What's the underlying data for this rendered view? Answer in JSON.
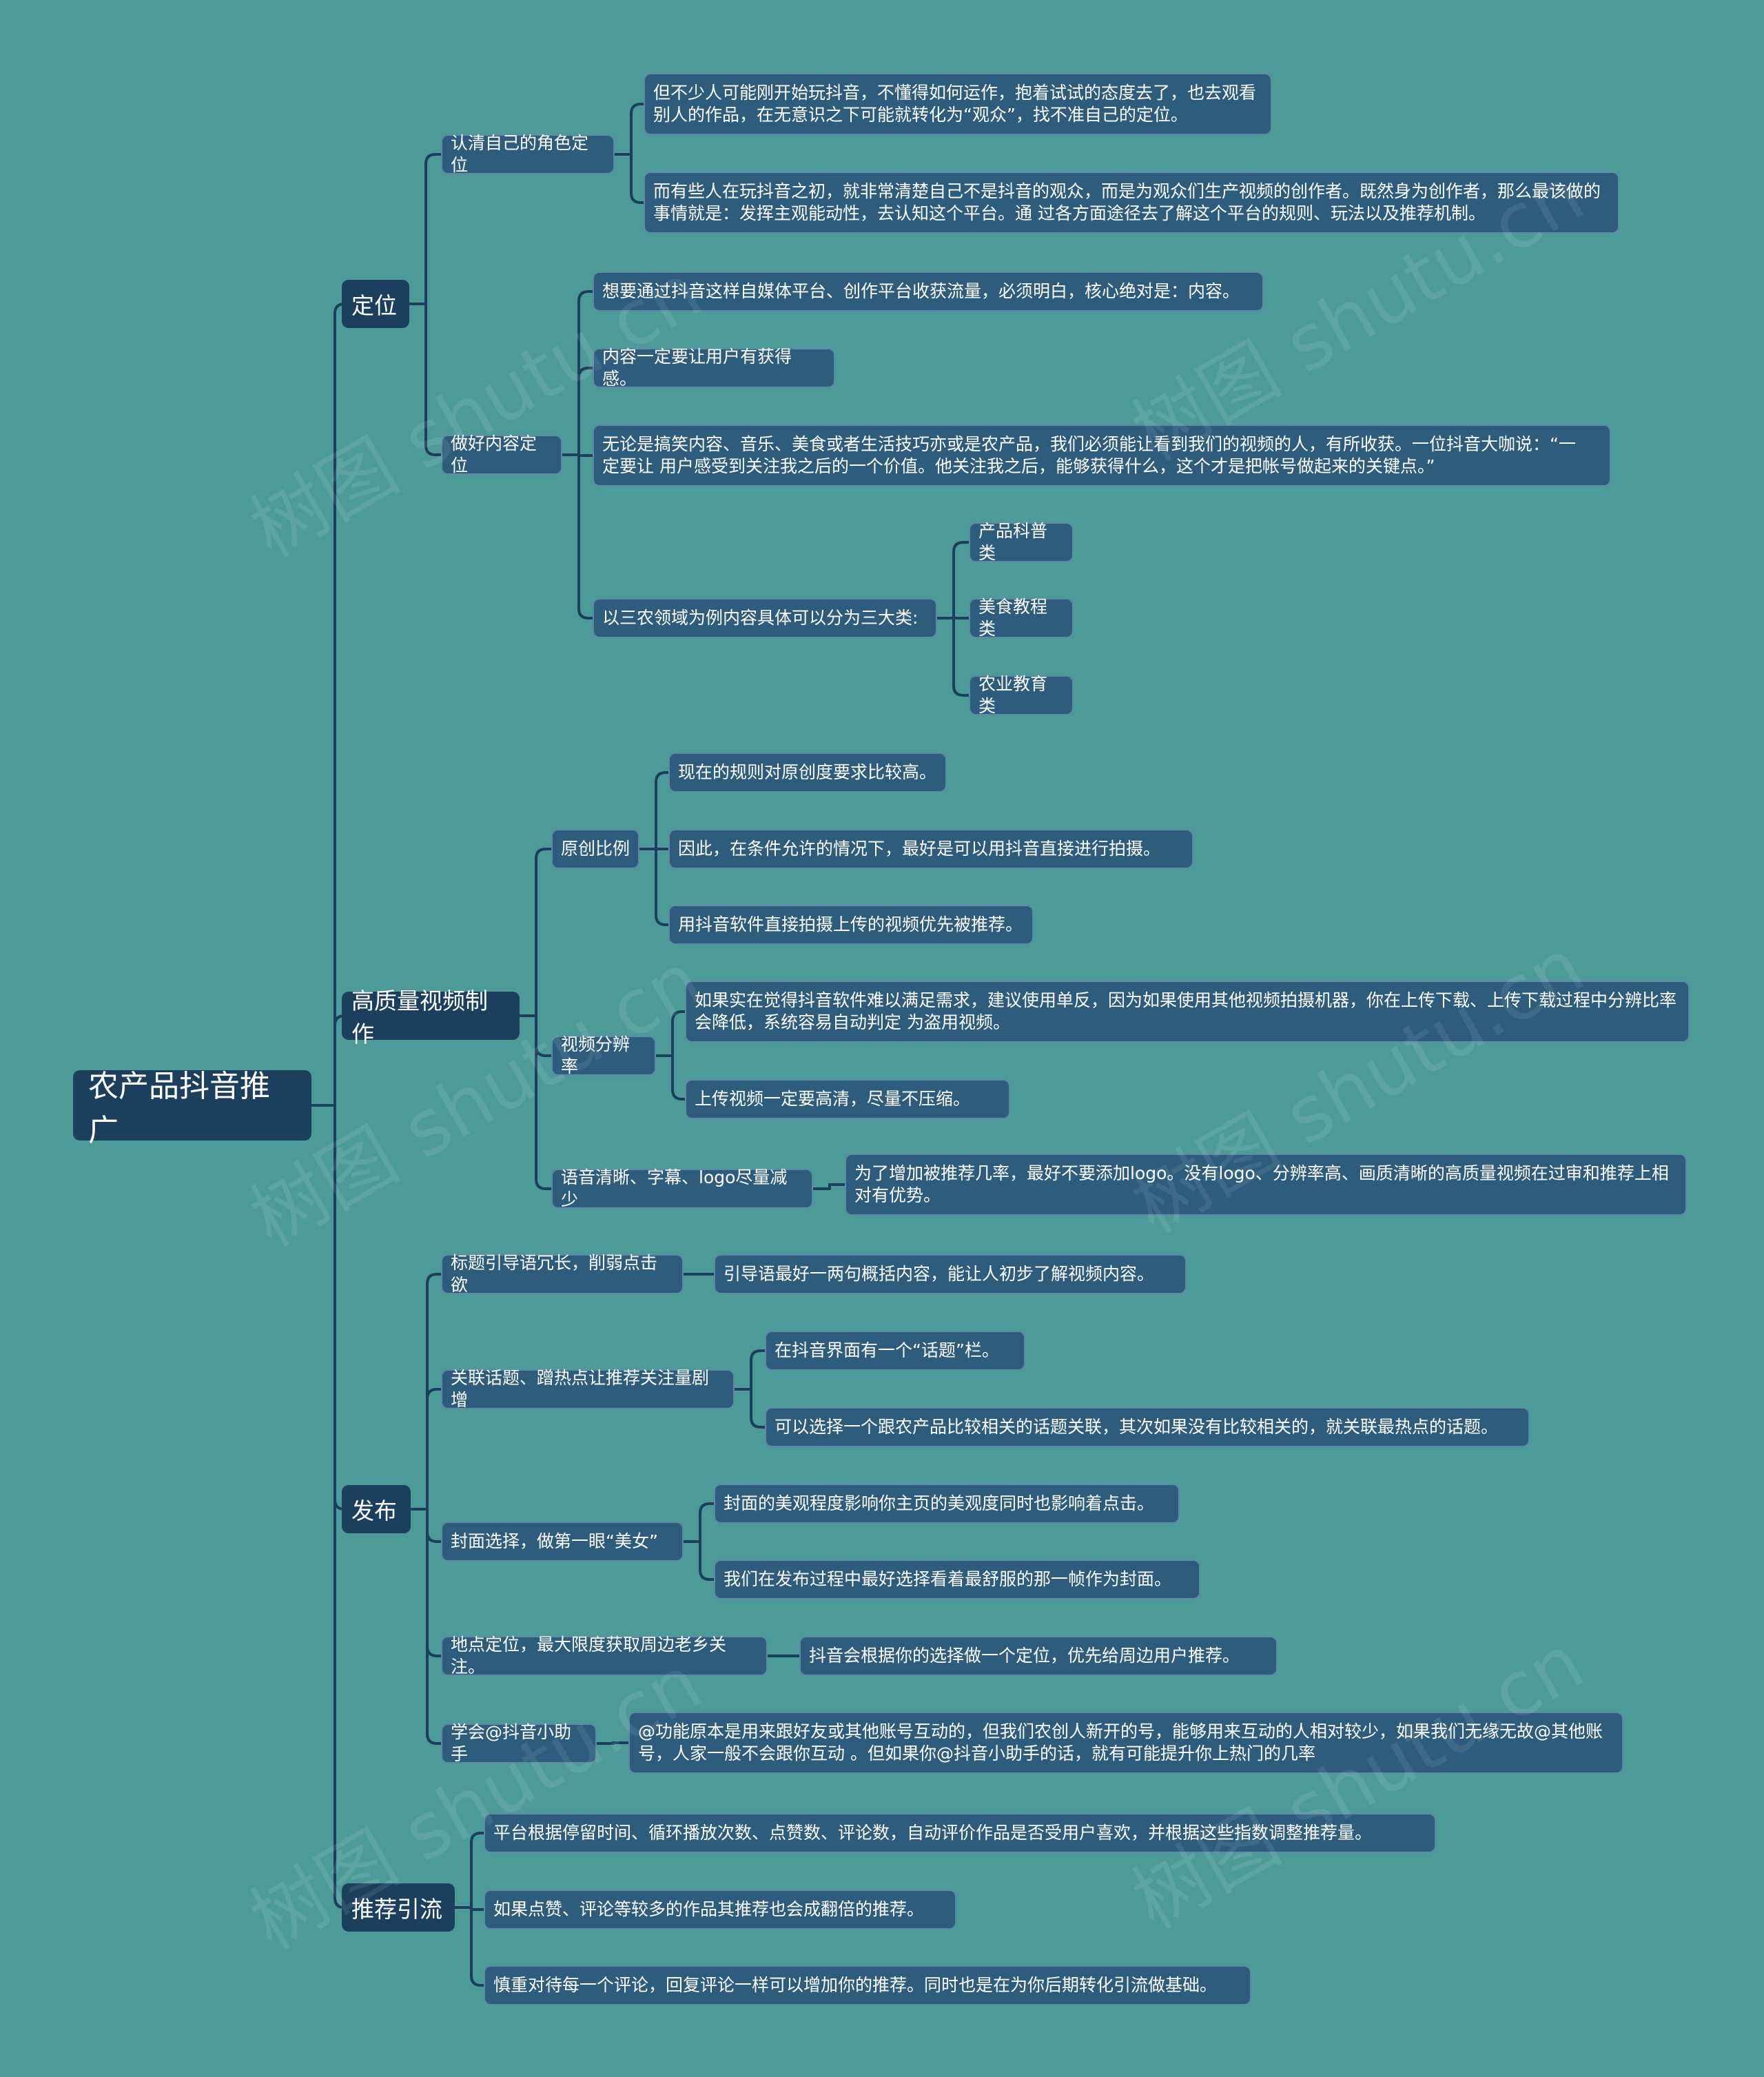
{
  "colors": {
    "background": "#4d9b99",
    "root_fill": "#1c3f5e",
    "node_fill": "#2d5c7c",
    "node_border": "#5f8aa6",
    "connector": "#1c3f5e",
    "text": "#ffffff"
  },
  "watermark": "树图 shutu.cn",
  "root": {
    "text": "农产品抖音推广",
    "children": [
      {
        "text": "定位",
        "children": [
          {
            "text": "认清自己的角色定位",
            "children": [
              {
                "text": "但不少人可能刚开始玩抖音，不懂得如何运作，抱着试试的态度去了，也去观看\n别人的作品，在无意识之下可能就转化为“观众”，找不准自己的定位。"
              },
              {
                "text": "而有些人在玩抖音之初，就非常清楚自己不是抖音的观众，而是为观众们生产视频的创作者。既然身为创作者，那么最该做的\n事情就是：发挥主观能动性，去认知这个平台。通 过各方面途径去了解这个平台的规则、玩法以及推荐机制。"
              }
            ]
          },
          {
            "text": "做好内容定位",
            "children": [
              {
                "text": "想要通过抖音这样自媒体平台、创作平台收获流量，必须明白，核心绝对是：内容。"
              },
              {
                "text": "内容一定要让用户有获得感。"
              },
              {
                "text": "无论是搞笑内容、音乐、美食或者生活技巧亦或是农产品，我们必须能让看到我们的视频的人，有所收获。一位抖音大咖说：“一\n定要让 用户感受到关注我之后的一个价值。他关注我之后，能够获得什么，这个才是把帐号做起来的关键点。”"
              },
              {
                "text": "以三农领域为例内容具体可以分为三大类:",
                "children": [
                  {
                    "text": "产品科普类"
                  },
                  {
                    "text": "美食教程类"
                  },
                  {
                    "text": "农业教育类"
                  }
                ]
              }
            ]
          }
        ]
      },
      {
        "text": "高质量视频制作",
        "children": [
          {
            "text": "原创比例",
            "children": [
              {
                "text": "现在的规则对原创度要求比较高。"
              },
              {
                "text": "因此，在条件允许的情况下，最好是可以用抖音直接进行拍摄。"
              },
              {
                "text": "用抖音软件直接拍摄上传的视频优先被推荐。"
              }
            ]
          },
          {
            "text": "视频分辨率",
            "children": [
              {
                "text": "如果实在觉得抖音软件难以满足需求，建议使用单反，因为如果使用其他视频拍摄机器，你在上传下载、上传下载过程中分辨比率\n会降低，系统容易自动判定 为盗用视频。"
              },
              {
                "text": "上传视频一定要高清，尽量不压缩。"
              }
            ]
          },
          {
            "text": "语音清晰、字幕、logo尽量减少",
            "children": [
              {
                "text": "为了增加被推荐几率，最好不要添加logo。没有logo、分辨率高、画质清晰的高质量视频在过审和推荐上相\n对有优势。"
              }
            ]
          }
        ]
      },
      {
        "text": "发布",
        "children": [
          {
            "text": "标题引导语冗长，削弱点击欲",
            "children": [
              {
                "text": "引导语最好一两句概括内容，能让人初步了解视频内容。"
              }
            ]
          },
          {
            "text": "关联话题、蹭热点让推荐关注量剧增",
            "children": [
              {
                "text": "在抖音界面有一个“话题”栏。"
              },
              {
                "text": "可以选择一个跟农产品比较相关的话题关联，其次如果没有比较相关的，就关联最热点的话题。"
              }
            ]
          },
          {
            "text": "封面选择，做第一眼“美女”",
            "children": [
              {
                "text": "封面的美观程度影响你主页的美观度同时也影响着点击。"
              },
              {
                "text": "我们在发布过程中最好选择看着最舒服的那一帧作为封面。"
              }
            ]
          },
          {
            "text": "地点定位，最大限度获取周边老乡关注。",
            "children": [
              {
                "text": "抖音会根据你的选择做一个定位，优先给周边用户推荐。"
              }
            ]
          },
          {
            "text": "学会@抖音小助手",
            "children": [
              {
                "text": "@功能原本是用来跟好友或其他账号互动的，但我们农创人新开的号，能够用来互动的人相对较少，如果我们无缘无故@其他账\n号，人家一般不会跟你互动 。但如果你@抖音小助手的话，就有可能提升你上热门的几率"
              }
            ]
          }
        ]
      },
      {
        "text": "推荐引流",
        "children": [
          {
            "text": "平台根据停留时间、循环播放次数、点赞数、评论数，自动评价作品是否受用户喜欢，并根据这些指数调整推荐量。"
          },
          {
            "text": "如果点赞、评论等较多的作品其推荐也会成翻倍的推荐。"
          },
          {
            "text": "慎重对待每一个评论，回复评论一样可以增加你的推荐。同时也是在为你后期转化引流做基础。"
          }
        ]
      }
    ]
  }
}
